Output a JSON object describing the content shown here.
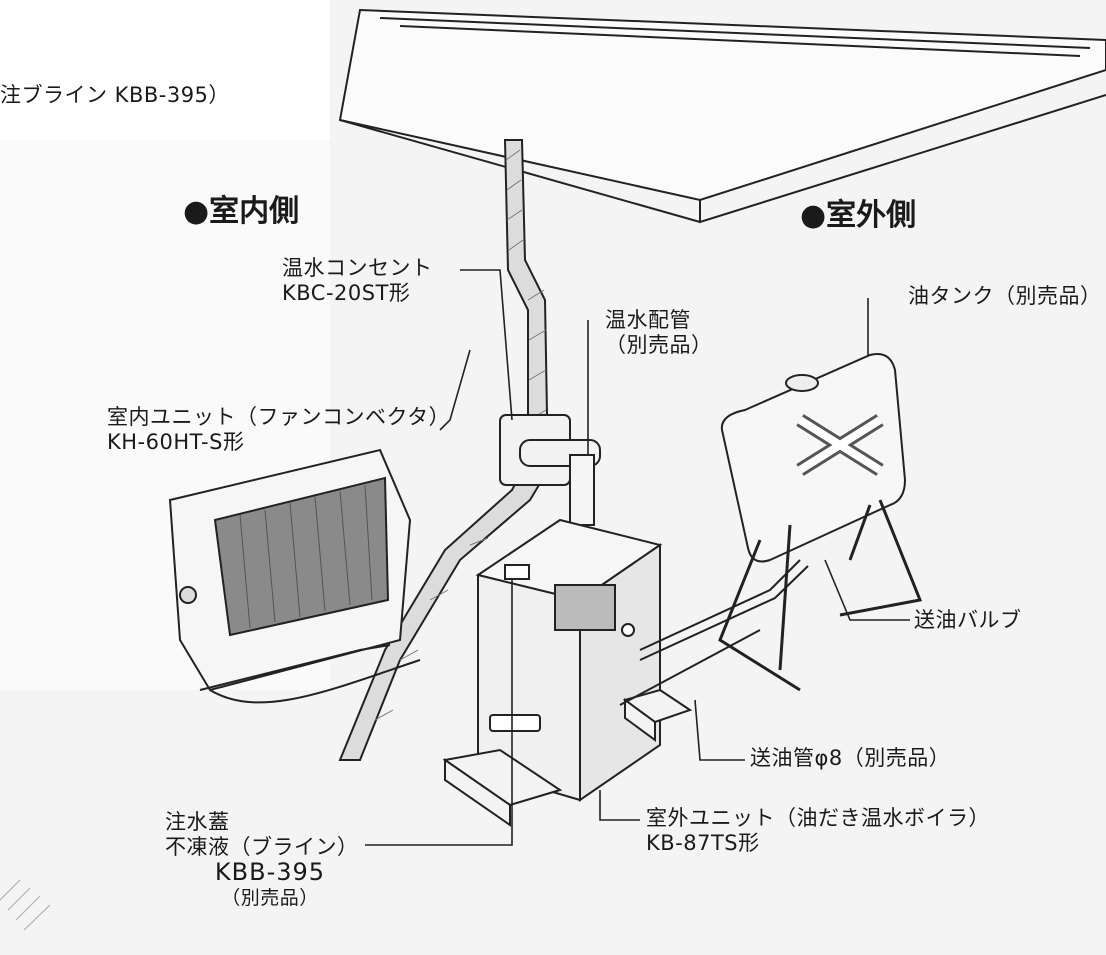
{
  "page": {
    "background_color": "#ffffff",
    "line_color": "#222222",
    "shade_color": "#eeeeee"
  },
  "captions": {
    "top_note": "注ブライン KBB-395）",
    "indoor_heading": "●室内側",
    "outdoor_heading": "●室外側"
  },
  "labels": {
    "hot_water_outlet": {
      "line1": "温水コンセント",
      "line2": "KBC-20ST形"
    },
    "hot_water_piping": {
      "line1": "温水配管",
      "line2": "（別売品）"
    },
    "oil_tank": "油タンク（別売品）",
    "indoor_unit": {
      "line1": "室内ユニット（ファンコンベクタ）",
      "line2": "KH-60HT-S形"
    },
    "oil_valve": "送油バルブ",
    "oil_pipe": "送油管φ8（別売品）",
    "outdoor_unit": {
      "line1": "室外ユニット（油だき温水ボイラ）",
      "line2": "KB-87TS形"
    },
    "filler_cap": {
      "line1": "注水蓋",
      "line2": "不凍液（ブライン）",
      "line3": "KBB-395",
      "line4": "（別売品）"
    }
  }
}
